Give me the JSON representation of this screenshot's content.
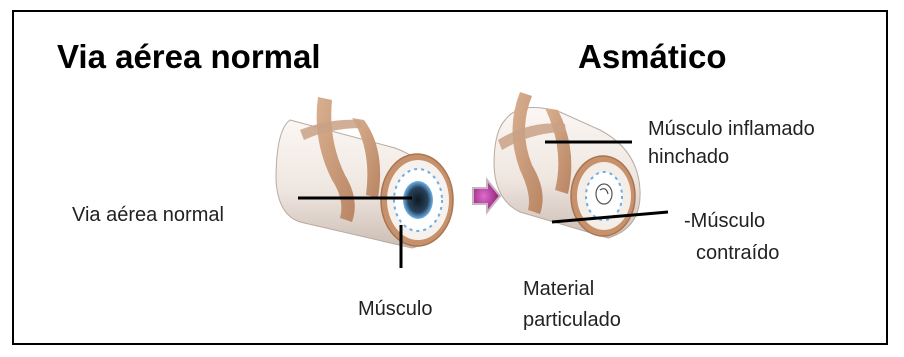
{
  "titles": {
    "left": "Via aérea normal",
    "right": "Asmático"
  },
  "labels": {
    "normal_airway": "Via aérea normal",
    "muscle": "Músculo",
    "inflamed_line1": "Músculo inflamado",
    "inflamed_line2": "hinchado",
    "contracted_line1": "-Músculo",
    "contracted_line2": "contraído",
    "particulate_line1": "Material",
    "particulate_line2": "particulado"
  },
  "colors": {
    "muscle_band": "#c79a78",
    "tube_light": "#f4ede8",
    "tube_shade": "#cfc3bb",
    "ring_outer": "#c9906a",
    "lumen_dark": "#1f2b38",
    "lumen_blue": "#5aa9e6",
    "arrow": "#a02a86",
    "leader": "#000000"
  }
}
